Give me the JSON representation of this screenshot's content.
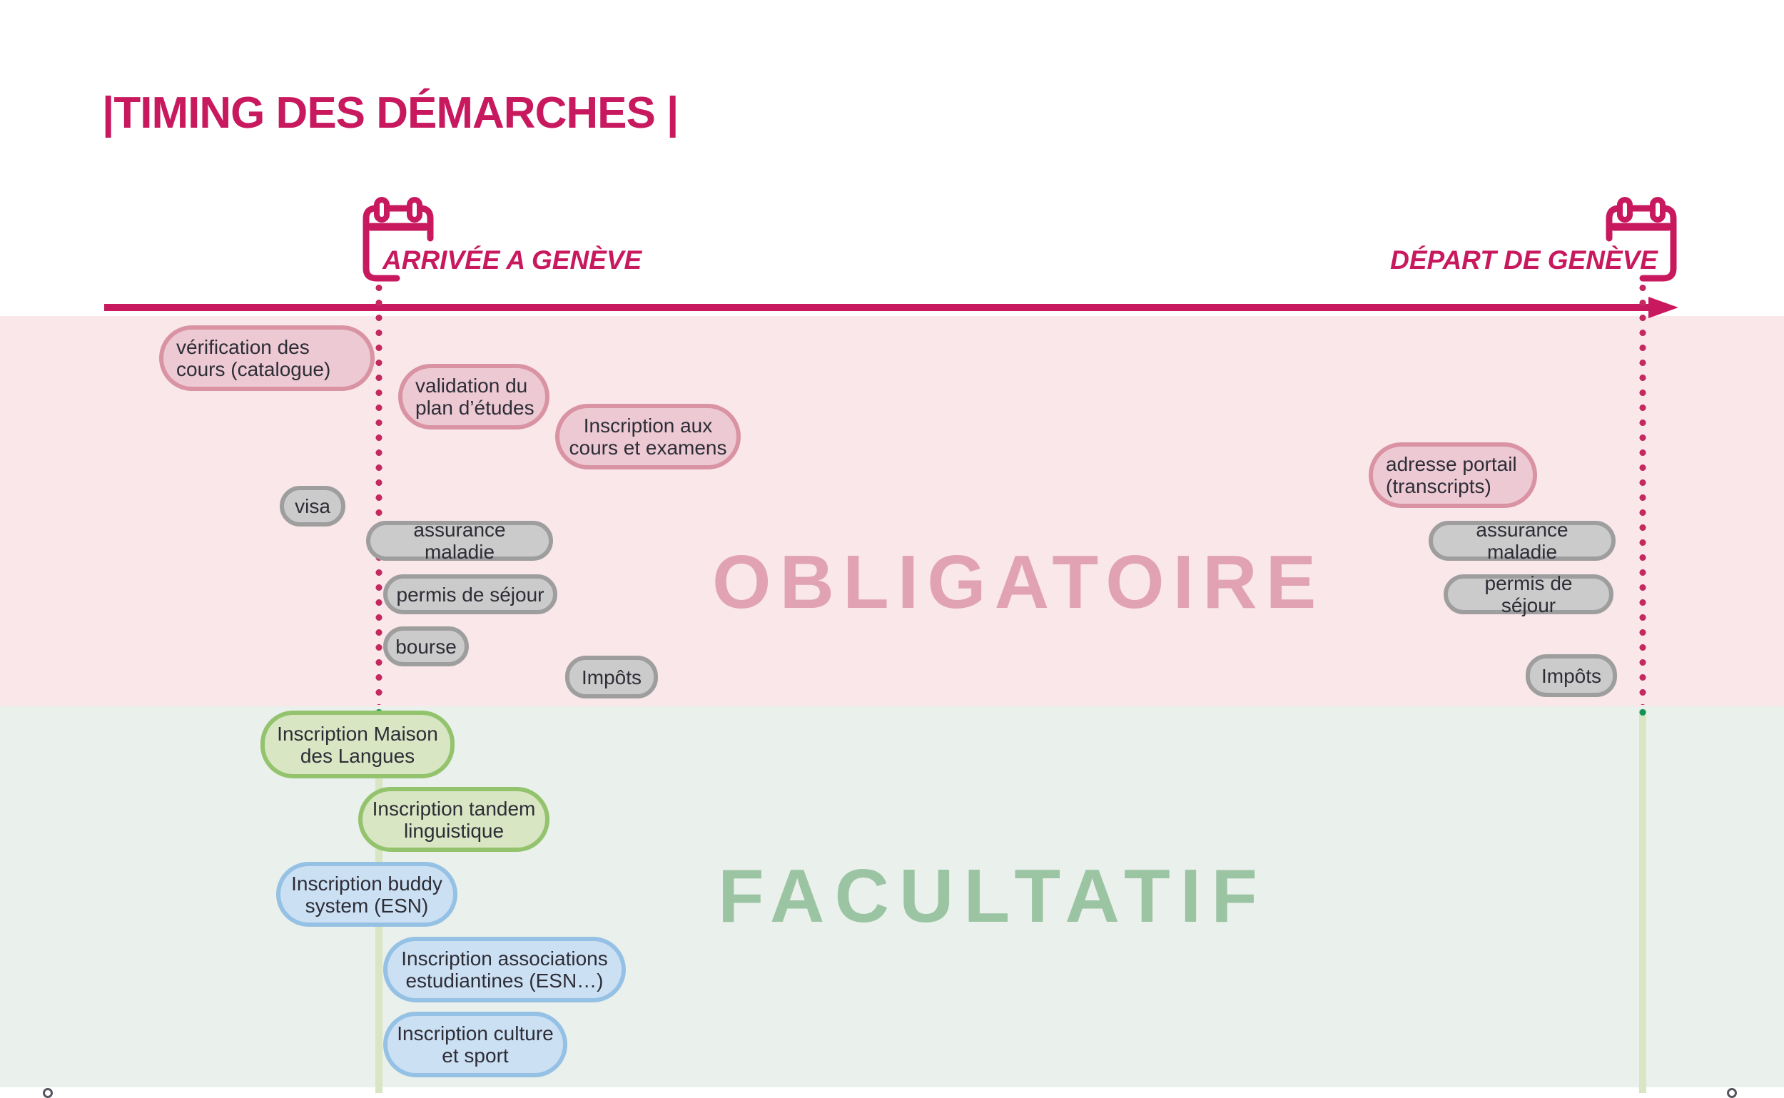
{
  "title": "|TIMING DES DÉMARCHES |",
  "timeline": {
    "arrival_label": "ARRIVÉE A GENÈVE",
    "departure_label": "DÉPART DE GENÈVE"
  },
  "zones": {
    "mandatory_label": "OBLIGATOIRE",
    "optional_label": "FACULTATIF"
  },
  "pills": {
    "verification_cours": {
      "text": "vérification des cours (catalogue)",
      "style": "pink"
    },
    "validation_plan": {
      "text": "validation du plan d’études",
      "style": "pink"
    },
    "inscription_cours": {
      "text": "Inscription aux cours et examens",
      "style": "pink"
    },
    "adresse_portail": {
      "text": "adresse portail (transcripts)",
      "style": "pink"
    },
    "visa": {
      "text": "visa",
      "style": "gray"
    },
    "assurance_maladie_arrivee": {
      "text": "assurance maladie",
      "style": "gray"
    },
    "permis_sejour_arrivee": {
      "text": "permis de séjour",
      "style": "gray"
    },
    "bourse": {
      "text": "bourse",
      "style": "gray"
    },
    "impots_arrivee": {
      "text": "Impôts",
      "style": "gray"
    },
    "assurance_maladie_depart": {
      "text": "assurance maladie",
      "style": "gray"
    },
    "permis_sejour_depart": {
      "text": "permis de séjour",
      "style": "gray"
    },
    "impots_depart": {
      "text": "Impôts",
      "style": "gray"
    },
    "maison_langues": {
      "text": "Inscription Maison des Langues",
      "style": "green"
    },
    "tandem_linguistique": {
      "text": "Inscription tandem linguistique",
      "style": "green"
    },
    "buddy_system": {
      "text": "Inscription buddy system (ESN)",
      "style": "blue"
    },
    "associations_estudiantines": {
      "text": "Inscription associations estudiantines (ESN…)",
      "style": "blue"
    },
    "culture_sport": {
      "text": "Inscription culture et sport",
      "style": "blue"
    }
  },
  "colors": {
    "accent_crimson": "#c8195f",
    "dot_red": "#c42a60",
    "dot_green": "#149355",
    "mandatory_zone_bg": "#f9e7ea",
    "mandatory_label_color": "#e1a3b3",
    "optional_zone_bg": "#eaf0eb",
    "optional_label_color": "#9bc4a3",
    "pink_pill_fill": "#ecc9d3",
    "pink_pill_border": "#d993a3",
    "gray_pill_fill": "#cbcbcb",
    "gray_pill_border": "#9e9e9e",
    "green_pill_fill": "#d8e6c4",
    "green_pill_border": "#94c36d",
    "blue_pill_fill": "#cce0f4",
    "blue_pill_border": "#95c1e5"
  },
  "icons": {
    "arrival_calendar": "calendar-icon",
    "departure_calendar": "calendar-icon"
  }
}
